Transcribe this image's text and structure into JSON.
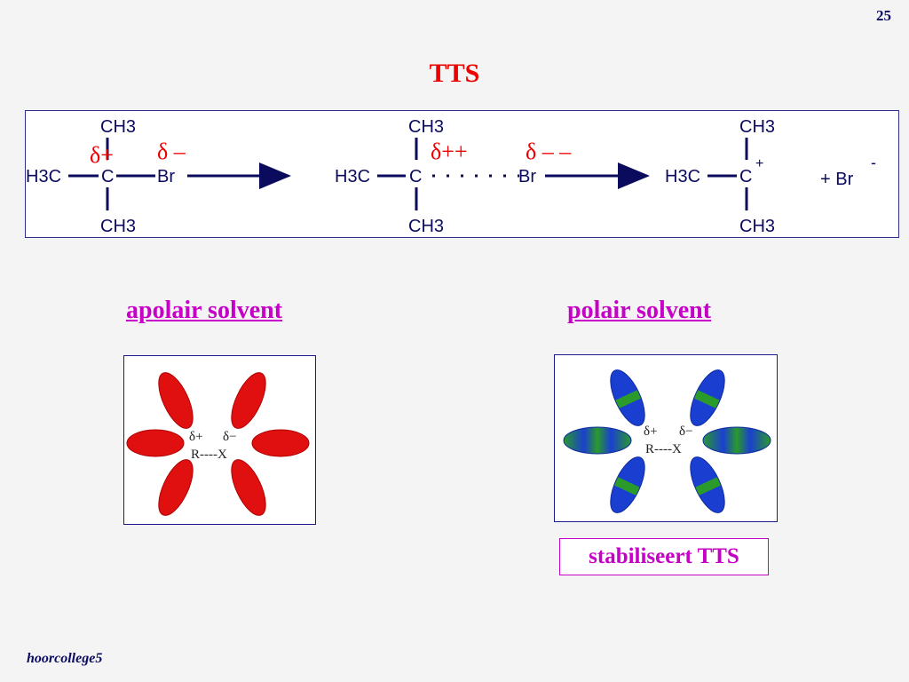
{
  "slide": {
    "page_number": "25",
    "title": "TTS",
    "footer": "hoorcollege5"
  },
  "reaction": {
    "reactant": {
      "top": "CH3",
      "left": "H3C",
      "center": "C",
      "right": "Br",
      "bottom": "CH3",
      "delta_pos": "δ+",
      "delta_neg": "δ –"
    },
    "transition_state": {
      "top": "CH3",
      "left": "H3C",
      "center": "C",
      "right": "Br",
      "bottom": "CH3",
      "delta_pos": "δ++",
      "delta_neg": "δ – –"
    },
    "product": {
      "top": "CH3",
      "left": "H3C",
      "center": "C",
      "charge": "+",
      "bottom": "CH3",
      "leaving": "+ Br",
      "leaving_charge": "-"
    }
  },
  "solvents": {
    "apolar": {
      "label": "apolair solvent",
      "diagram_pos": "δ+",
      "diagram_neg": "δ−",
      "diagram_bond": "R----X",
      "color": "#e01010"
    },
    "polar": {
      "label": "polair solvent",
      "diagram_pos": "δ+",
      "diagram_neg": "δ−",
      "diagram_bond": "R----X",
      "colors": [
        "#1a3fd0",
        "#2a9a2a"
      ]
    },
    "note": "stabiliseert TTS"
  }
}
